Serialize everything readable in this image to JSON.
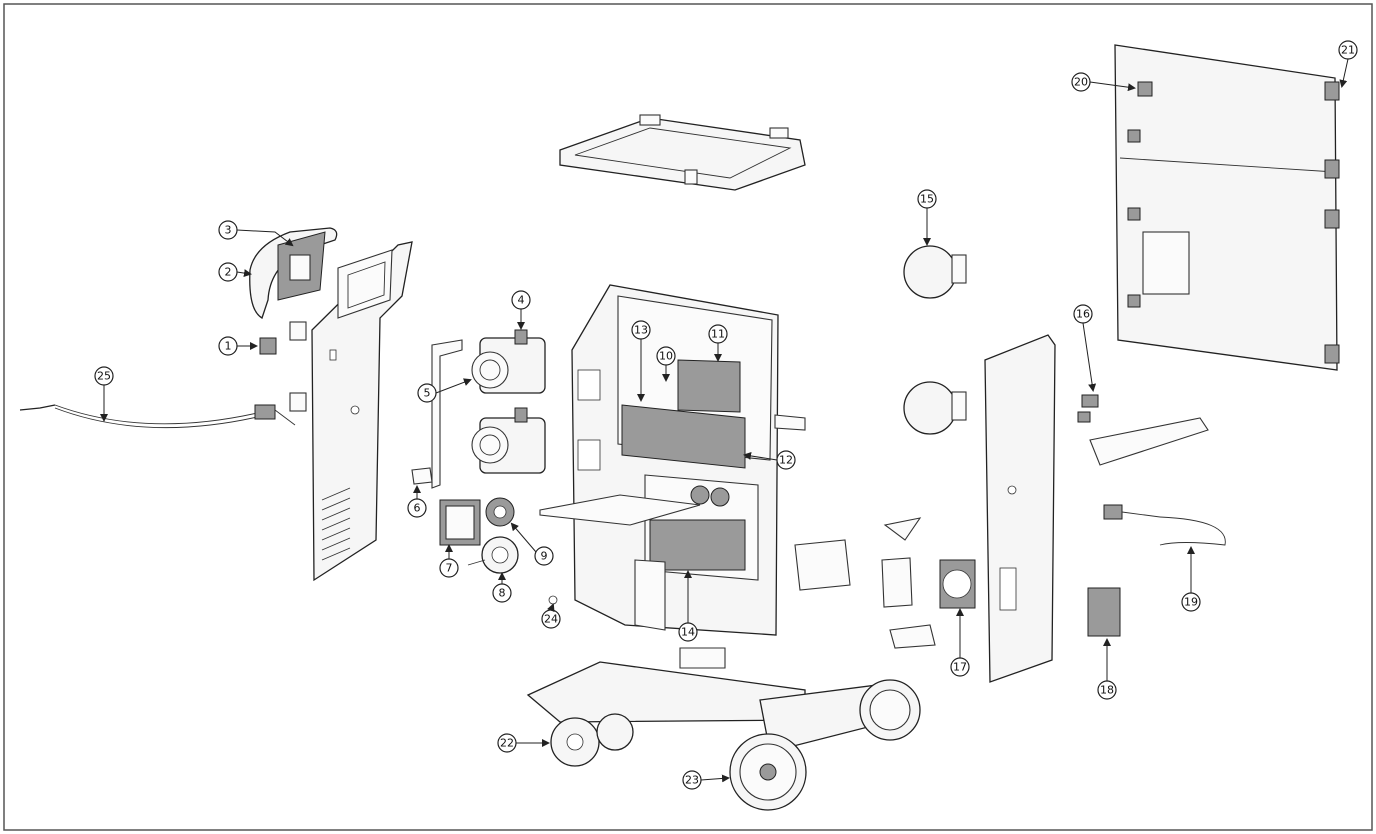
{
  "diagram": {
    "callouts": [
      {
        "id": 1,
        "label": "1"
      },
      {
        "id": 2,
        "label": "2"
      },
      {
        "id": 3,
        "label": "3"
      },
      {
        "id": 4,
        "label": "4"
      },
      {
        "id": 5,
        "label": "5"
      },
      {
        "id": 6,
        "label": "6"
      },
      {
        "id": 7,
        "label": "7"
      },
      {
        "id": 8,
        "label": "8"
      },
      {
        "id": 9,
        "label": "9"
      },
      {
        "id": 10,
        "label": "10"
      },
      {
        "id": 11,
        "label": "11"
      },
      {
        "id": 12,
        "label": "12"
      },
      {
        "id": 13,
        "label": "13"
      },
      {
        "id": 14,
        "label": "14"
      },
      {
        "id": 15,
        "label": "15"
      },
      {
        "id": 16,
        "label": "16"
      },
      {
        "id": 17,
        "label": "17"
      },
      {
        "id": 18,
        "label": "18"
      },
      {
        "id": 19,
        "label": "19"
      },
      {
        "id": 20,
        "label": "20"
      },
      {
        "id": 21,
        "label": "21"
      },
      {
        "id": 22,
        "label": "22"
      },
      {
        "id": 23,
        "label": "23"
      },
      {
        "id": 24,
        "label": "24"
      },
      {
        "id": 25,
        "label": "25"
      }
    ]
  }
}
